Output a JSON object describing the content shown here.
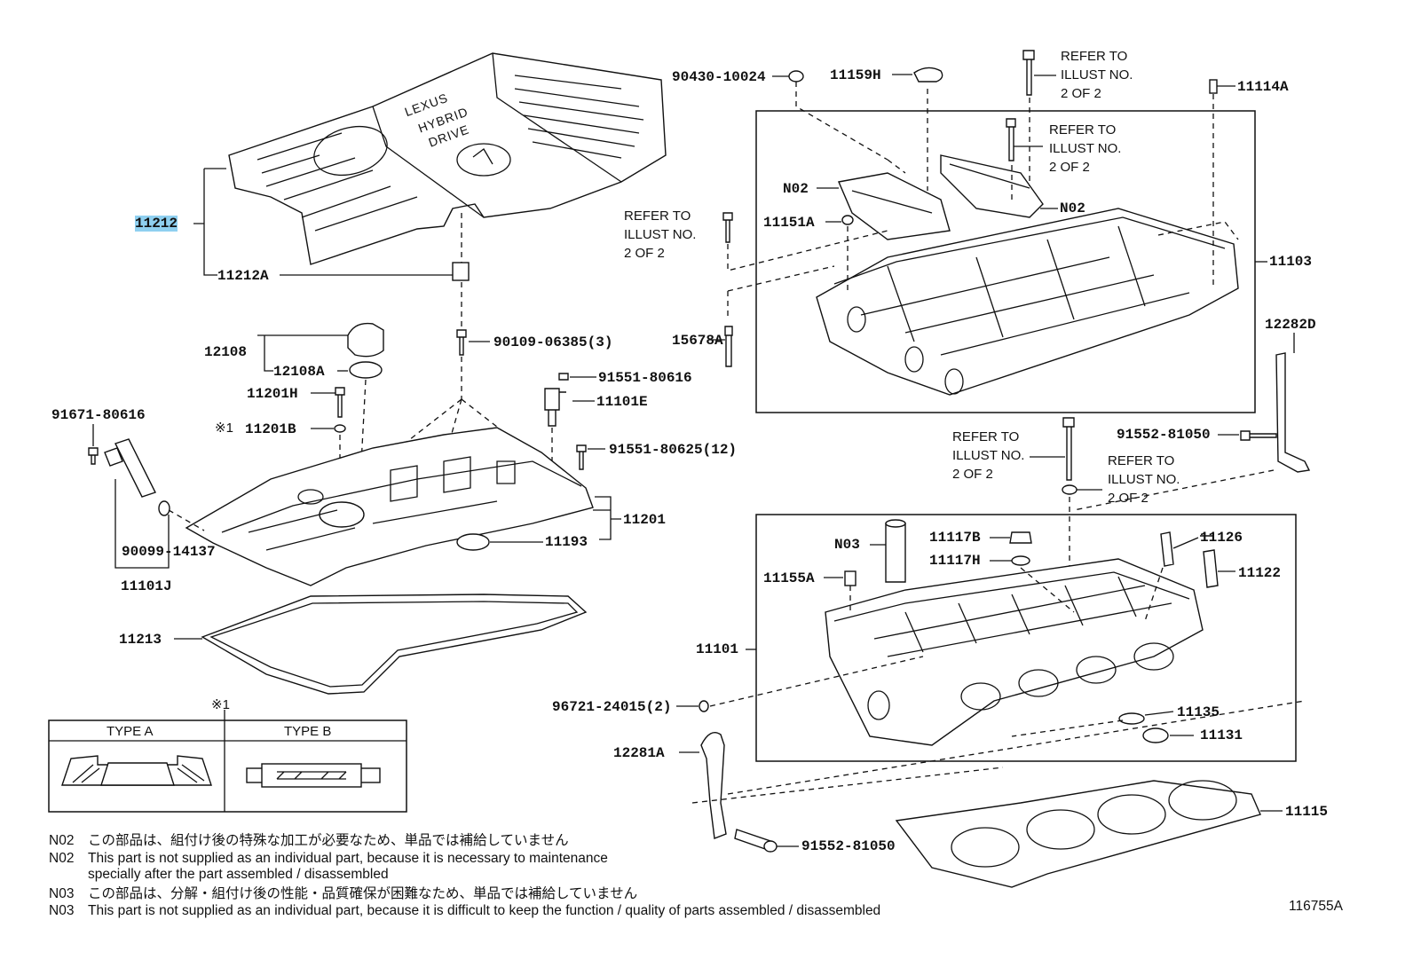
{
  "labels": {
    "p11212": "11212",
    "p11212A": "11212A",
    "p12108": "12108",
    "p12108A": "12108A",
    "p11201H": "11201H",
    "p11201B": "11201B",
    "mark1_small": "※1",
    "p91671": "91671-80616",
    "p90099": "90099-14137",
    "p11101J": "11101J",
    "p90109": "90109-06385(3)",
    "p91551a": "91551-80616",
    "p11101E": "11101E",
    "p91551b": "91551-80625(12)",
    "p11201": "11201",
    "p11193": "11193",
    "p11213": "11213",
    "p90430": "90430-10024",
    "p11159H": "11159H",
    "p11114A": "11114A",
    "p N02a": "N02",
    "pN02a": "N02",
    "pN02b": "N02",
    "p11151A": "11151A",
    "p11103": "11103",
    "p15678A": "15678A",
    "p12282D": "12282D",
    "p91552a": "91552-81050",
    "pN03": "N03",
    "p11117B": "11117B",
    "p11117H": "11117H",
    "p11126": "11126",
    "p11122": "11122",
    "p11155A": "11155A",
    "p11101": "11101",
    "p96721": "96721-24015(2)",
    "p11135": "11135",
    "p11131": "11131",
    "p12281A": "12281A",
    "p11115": "11115",
    "p91552b": "91552-81050",
    "ref1": "REFER TO\nILLUST NO.\n2 OF 2",
    "ref2": "REFER TO\nILLUST NO.\n2 OF 2",
    "ref3": "REFER TO\nILLUST NO.\n2 OF 2",
    "ref4": "REFER TO\nILLUST NO.\n2 OF 2",
    "ref5": "REFER TO\nILLUST NO.\n2 OF 2"
  },
  "cover_text": [
    "LEXUS",
    "HYBRID",
    "DRIVE"
  ],
  "gasket_table": {
    "mark": "※1",
    "type_a": "TYPE A",
    "type_b": "TYPE B"
  },
  "notes": [
    {
      "code": "N02",
      "text": "この部品は、組付け後の特殊な加工が必要なため、単品では補給していません"
    },
    {
      "code": "N02",
      "text": "This part is not supplied as an individual part, because it is necessary to maintenance"
    },
    {
      "code": "",
      "text": "specially after the part assembled / disassembled"
    },
    {
      "code": "N03",
      "text": "この部品は、分解・組付け後の性能・品質確保が困難なため、単品では補給していません"
    },
    {
      "code": "N03",
      "text": "This part is not supplied as an individual part, because it is difficult to keep the function / quality of parts  assembled / disassembled"
    }
  ],
  "illustration_id": "116755A",
  "colors": {
    "highlight": "#8fd0f0",
    "ink": "#111111"
  }
}
